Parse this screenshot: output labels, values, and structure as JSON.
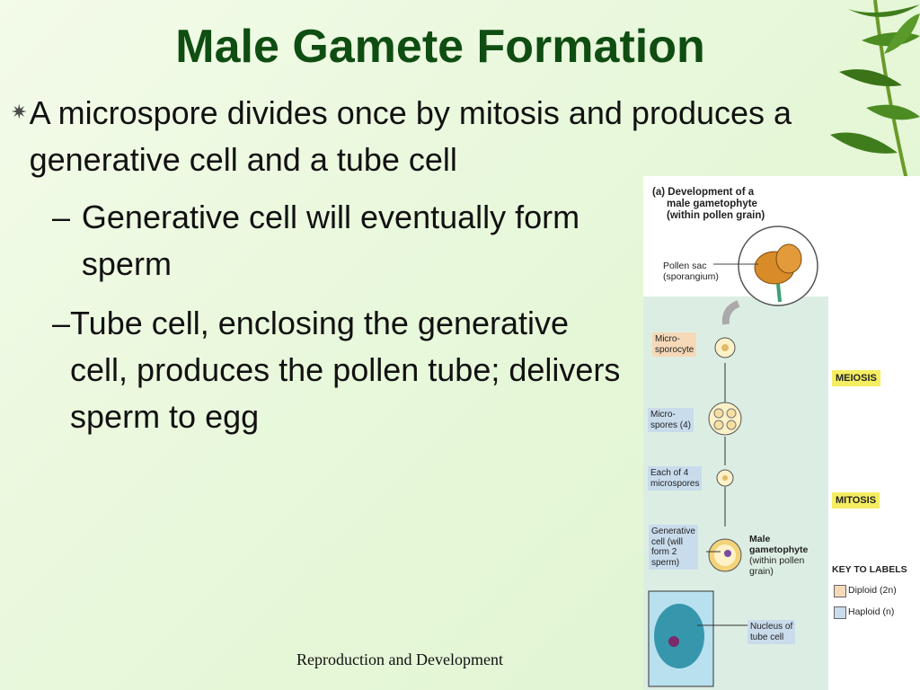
{
  "slide": {
    "title": "Male Gamete Formation",
    "bullet": {
      "icon": "asterisk-bullet-icon",
      "text": "A microspore divides once by mitosis and produces a generative cell and a tube cell"
    },
    "subbullets": [
      {
        "text": "Generative cell will eventually form sperm"
      },
      {
        "text": "Tube cell, enclosing the generative cell, produces the pollen tube; delivers sperm to egg"
      }
    ],
    "footer": "Reproduction and Development"
  },
  "figure": {
    "heading_prefix": "(a)",
    "heading_line1": "Development of a",
    "heading_line2": "male gametophyte",
    "heading_line3": "(within pollen grain)",
    "pollen_sac_1": "Pollen sac",
    "pollen_sac_2": "(sporangium)",
    "micro1": "Micro-",
    "micro2": "sporocyte",
    "microspores1": "Micro-",
    "microspores2": "spores (4)",
    "each1": "Each of 4",
    "each2": "microspores",
    "gen1": "Generative",
    "gen2": "cell (will",
    "gen3": "form 2",
    "gen4": "sperm)",
    "male1": "Male",
    "male2": "gametophyte",
    "male3": "(within pollen",
    "male4": "grain)",
    "nuc1": "Nucleus of",
    "nuc2": "tube cell",
    "meiosis": "MEIOSIS",
    "mitosis": "MITOSIS",
    "key_title": "KEY TO LABELS",
    "key_diploid": "Diploid (2n)",
    "key_haploid": "Haploid (n)",
    "colors": {
      "diploid": "#f6d9b8",
      "haploid": "#c9dcec",
      "stage": "#f5ee62"
    }
  }
}
